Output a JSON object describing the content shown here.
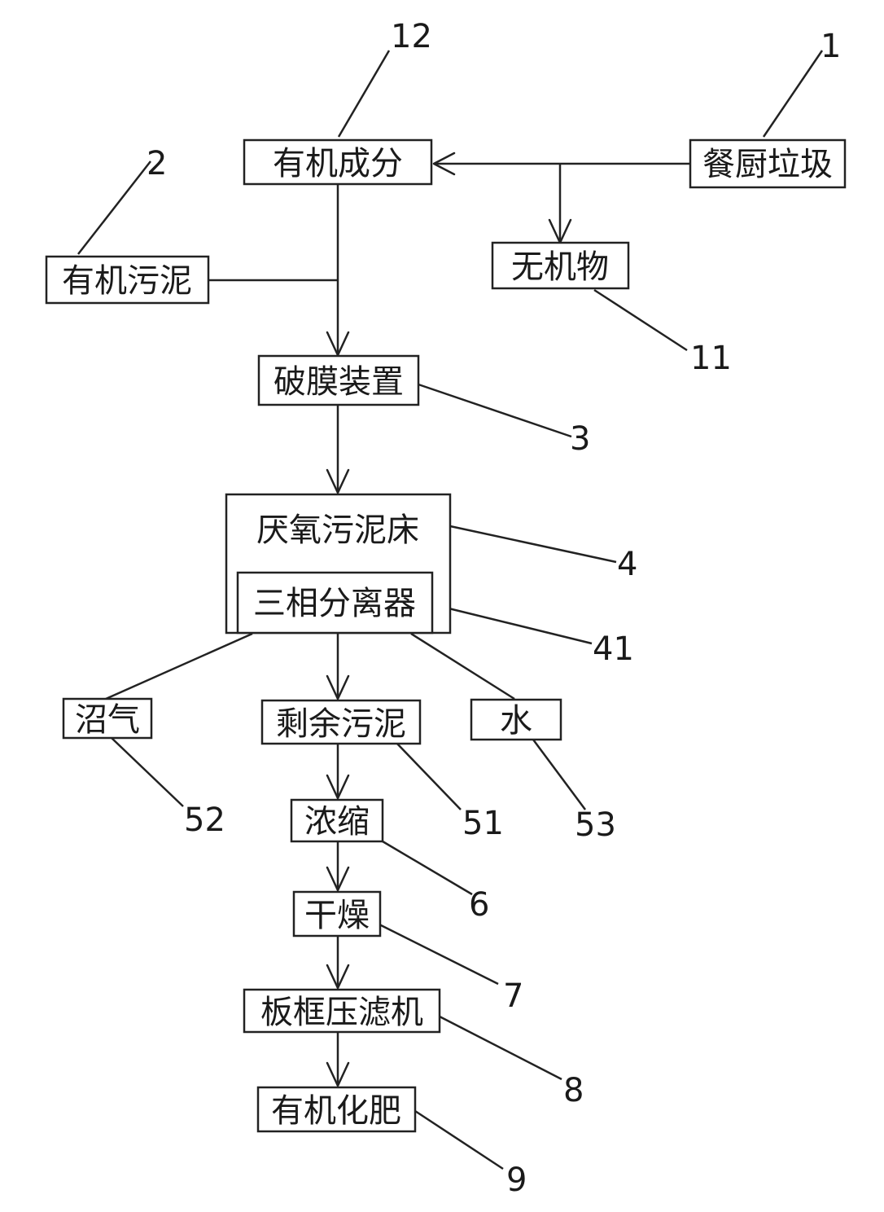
{
  "boxes": {
    "organic_component": "有机成分",
    "kitchen_waste": "餐厨垃圾",
    "organic_sludge": "有机污泥",
    "inorganic": "无机物",
    "membrane_breaker": "破膜装置",
    "uasb": "厌氧污泥床",
    "three_phase_separator": "三相分离器",
    "biogas": "沼气",
    "residual_sludge": "剩余污泥",
    "water": "水",
    "thickening": "浓缩",
    "drying": "干燥",
    "filter_press": "板框压滤机",
    "organic_fertilizer": "有机化肥"
  },
  "labels": {
    "kitchen_waste": "1",
    "organic_sludge": "2",
    "membrane_breaker": "3",
    "uasb": "4",
    "thickening": "6",
    "drying": "7",
    "filter_press": "8",
    "organic_fertilizer": "9",
    "inorganic": "11",
    "organic_component": "12",
    "three_phase_separator": "41",
    "residual_sludge": "51",
    "biogas": "52",
    "water": "53"
  }
}
